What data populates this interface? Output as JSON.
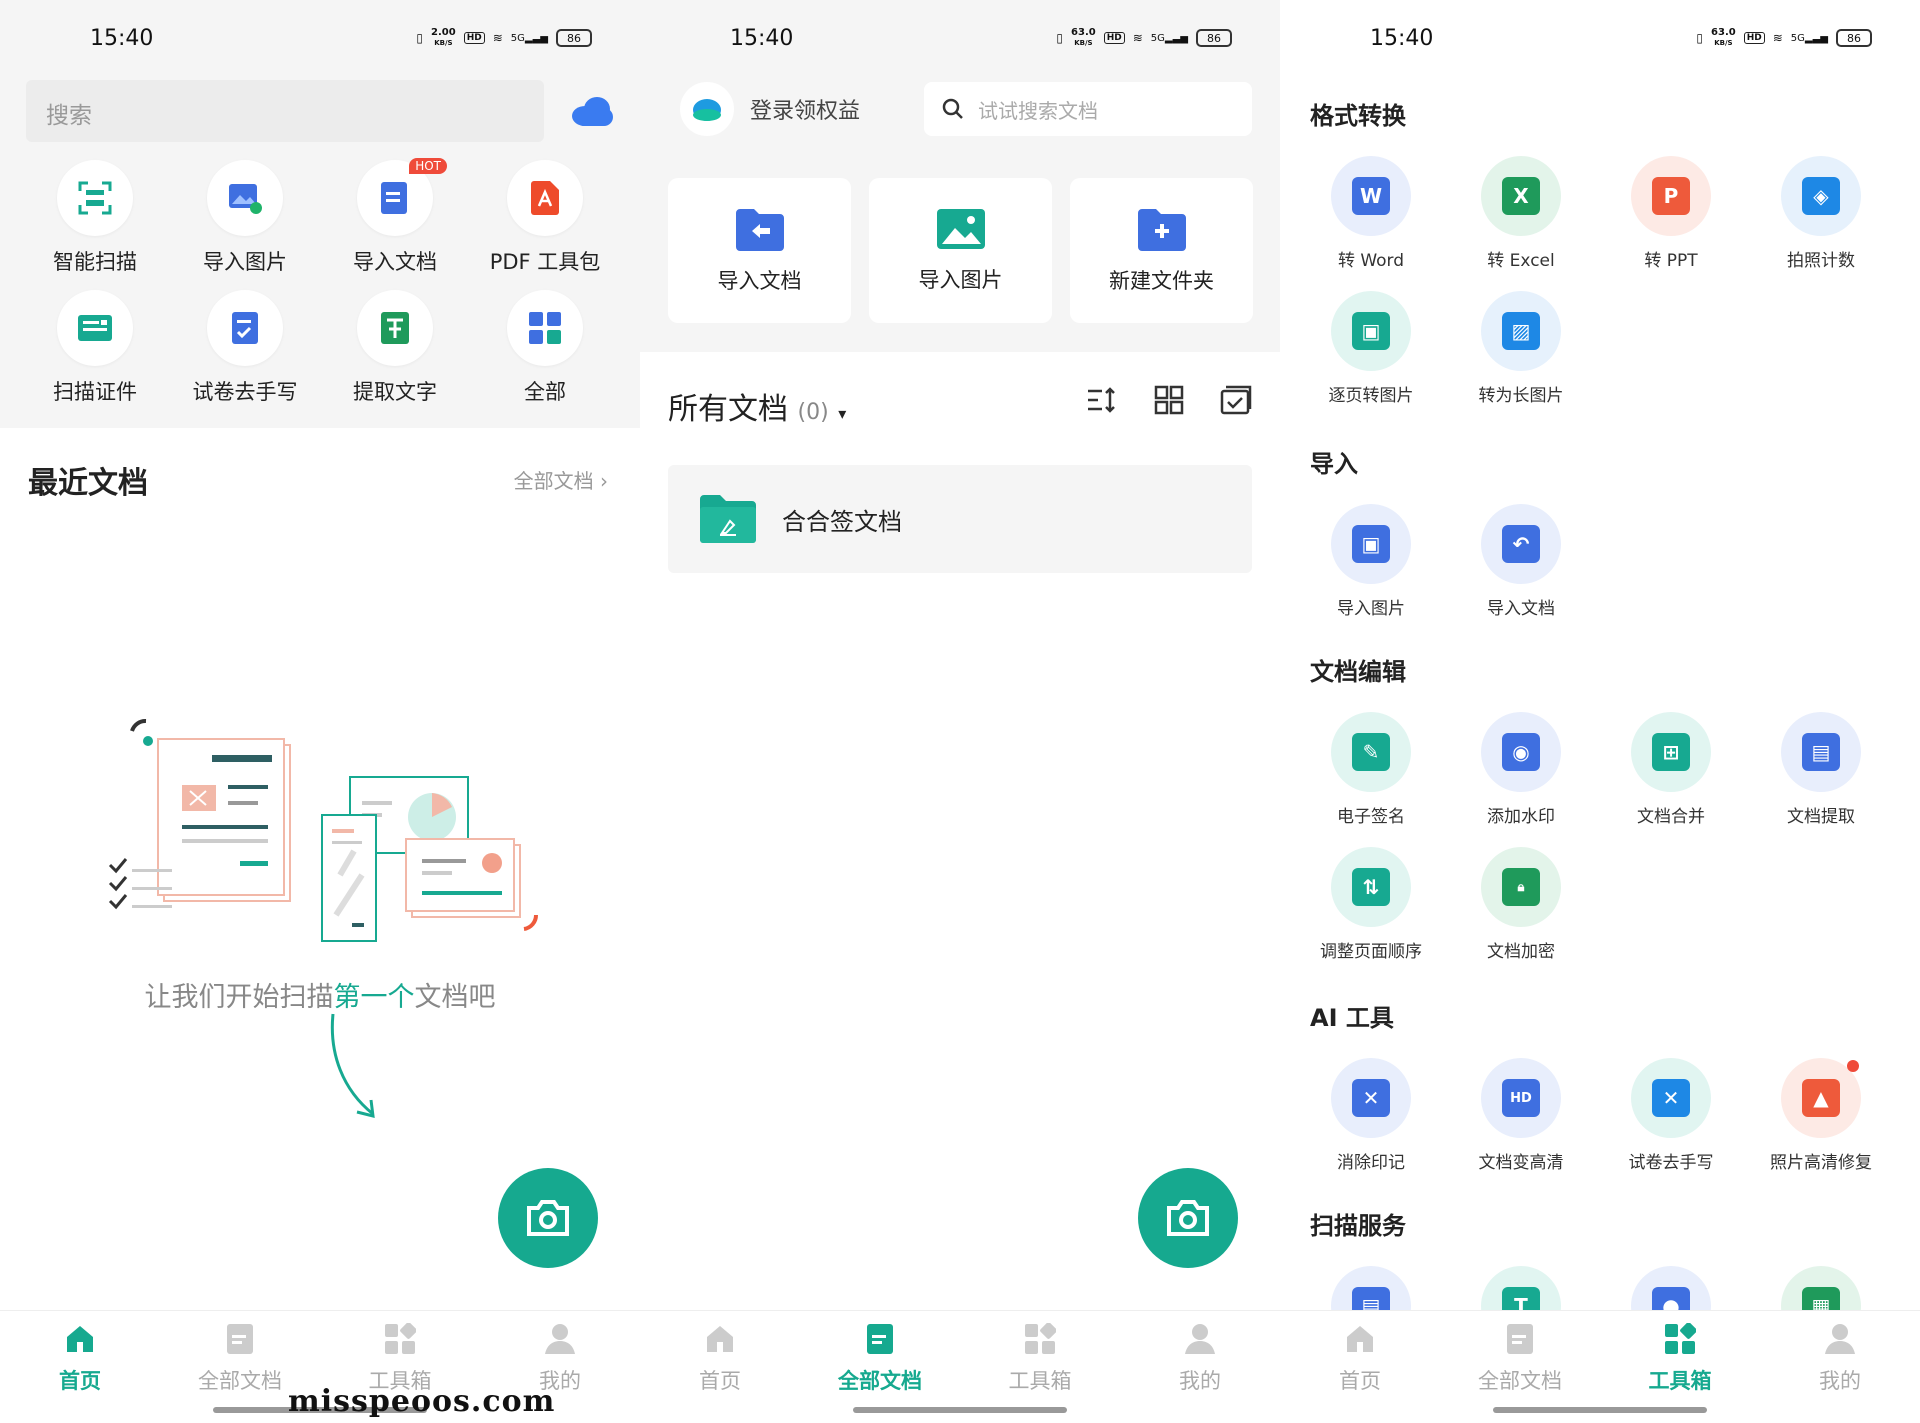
{
  "status": {
    "time": "15:40",
    "speed1": "2.00",
    "speed2": "63.0",
    "speed_unit": "KB/S",
    "hd": "HD",
    "net": "5G",
    "battery": "86"
  },
  "home": {
    "search_placeholder": "搜索",
    "quick": [
      {
        "label": "智能扫描",
        "icon": "scan-icon"
      },
      {
        "label": "导入图片",
        "icon": "import-image-icon"
      },
      {
        "label": "导入文档",
        "icon": "import-doc-icon",
        "badge": "HOT"
      },
      {
        "label": "PDF 工具包",
        "icon": "pdf-icon"
      },
      {
        "label": "扫描证件",
        "icon": "id-card-icon"
      },
      {
        "label": "试卷去手写",
        "icon": "exam-icon"
      },
      {
        "label": "提取文字",
        "icon": "extract-text-icon"
      },
      {
        "label": "全部",
        "icon": "grid-icon"
      }
    ],
    "recent_title": "最近文档",
    "all_docs_link": "全部文档",
    "empty_pre": "让我们开始扫描",
    "empty_hl": "第一个",
    "empty_post": "文档吧"
  },
  "nav": [
    {
      "label": "首页",
      "icon": "home-icon"
    },
    {
      "label": "全部文档",
      "icon": "docs-icon"
    },
    {
      "label": "工具箱",
      "icon": "toolbox-icon"
    },
    {
      "label": "我的",
      "icon": "user-icon"
    }
  ],
  "docs": {
    "login_label": "登录领权益",
    "search_placeholder": "试试搜索文档",
    "cards": [
      {
        "label": "导入文档",
        "icon": "import-doc-folder-icon"
      },
      {
        "label": "导入图片",
        "icon": "import-image-icon"
      },
      {
        "label": "新建文件夹",
        "icon": "new-folder-icon"
      }
    ],
    "all_title": "所有文档",
    "count": "(0)",
    "folder_name": "合合签文档"
  },
  "tools": {
    "sections": [
      {
        "title": "格式转换",
        "items": [
          {
            "label": "转 Word",
            "icon": "word-icon",
            "color": "#3f6fe0",
            "bg": "#e8eefc"
          },
          {
            "label": "转 Excel",
            "icon": "excel-icon",
            "color": "#1f9a5b",
            "bg": "#e3f4ea"
          },
          {
            "label": "转 PPT",
            "icon": "ppt-icon",
            "color": "#ee5a3b",
            "bg": "#fdeae5"
          },
          {
            "label": "拍照计数",
            "icon": "count-icon",
            "color": "#1e88e5",
            "bg": "#e6f1fc"
          },
          {
            "label": "逐页转图片",
            "icon": "page-to-image-icon",
            "color": "#17a991",
            "bg": "#e1f5f1"
          },
          {
            "label": "转为长图片",
            "icon": "long-image-icon",
            "color": "#1e88e5",
            "bg": "#e6f1fc"
          }
        ]
      },
      {
        "title": "导入",
        "items": [
          {
            "label": "导入图片",
            "icon": "import-image-icon",
            "color": "#3f6fe0",
            "bg": "#e8eefc"
          },
          {
            "label": "导入文档",
            "icon": "import-doc-icon",
            "color": "#3f6fe0",
            "bg": "#e8eefc"
          }
        ]
      },
      {
        "title": "文档编辑",
        "items": [
          {
            "label": "电子签名",
            "icon": "signature-icon",
            "color": "#17a991",
            "bg": "#e1f5f1"
          },
          {
            "label": "添加水印",
            "icon": "watermark-icon",
            "color": "#3f6fe0",
            "bg": "#e8eefc"
          },
          {
            "label": "文档合并",
            "icon": "merge-icon",
            "color": "#17a991",
            "bg": "#e1f5f1"
          },
          {
            "label": "文档提取",
            "icon": "extract-icon",
            "color": "#3f6fe0",
            "bg": "#e8eefc"
          },
          {
            "label": "调整页面顺序",
            "icon": "reorder-icon",
            "color": "#17a991",
            "bg": "#e1f5f1"
          },
          {
            "label": "文档加密",
            "icon": "lock-icon",
            "color": "#1f9a5b",
            "bg": "#e3f4ea"
          }
        ]
      },
      {
        "title": "AI 工具",
        "items": [
          {
            "label": "消除印记",
            "icon": "erase-mark-icon",
            "color": "#3f6fe0",
            "bg": "#e8eefc"
          },
          {
            "label": "文档变高清",
            "icon": "hd-icon",
            "color": "#3f6fe0",
            "bg": "#e8eefc",
            "text": "HD"
          },
          {
            "label": "试卷去手写",
            "icon": "exam-icon",
            "color": "#1e88e5",
            "bg": "#e1f5f1"
          },
          {
            "label": "照片高清修复",
            "icon": "photo-restore-icon",
            "color": "#ee5a3b",
            "bg": "#fdeae5",
            "dot": true
          }
        ]
      },
      {
        "title": "扫描服务",
        "items": [
          {
            "label": "",
            "icon": "scan-id-icon",
            "color": "#3f6fe0",
            "bg": "#e8eefc"
          },
          {
            "label": "",
            "icon": "scan-text-icon",
            "color": "#17a991",
            "bg": "#e1f5f1"
          },
          {
            "label": "",
            "icon": "scan-person-icon",
            "color": "#3f6fe0",
            "bg": "#e8eefc"
          },
          {
            "label": "",
            "icon": "scan-sheet-icon",
            "color": "#1f9a5b",
            "bg": "#e3f4ea"
          }
        ]
      }
    ]
  },
  "watermark": "misspeoos.com",
  "colors": {
    "accent": "#16a98f",
    "blue": "#3f6fe0"
  }
}
